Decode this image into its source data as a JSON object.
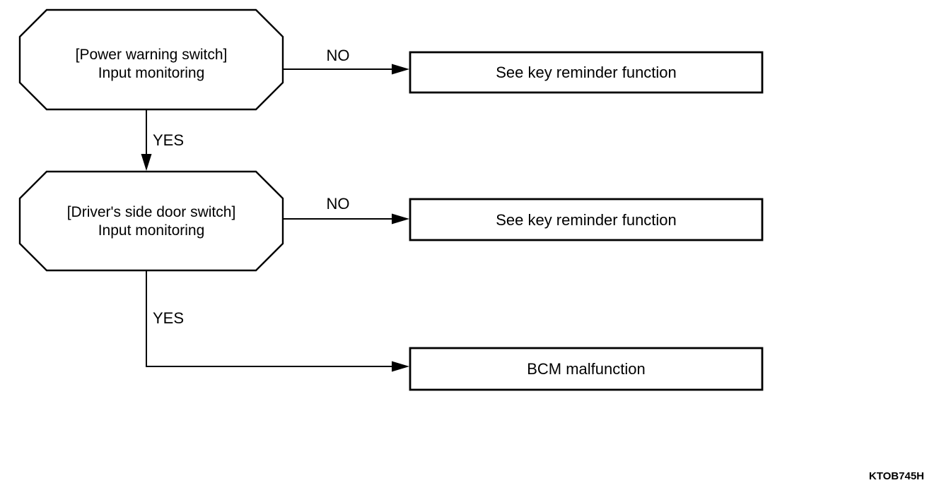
{
  "colors": {
    "background": "#ffffff",
    "ink": "#000000"
  },
  "flowchart": {
    "decisions": [
      {
        "id": "power-warning-switch",
        "line1": "[Power warning switch]",
        "line2": "Input monitoring"
      },
      {
        "id": "drivers-side-door-switch",
        "line1": "[Driver's side door switch]",
        "line2": "Input monitoring"
      }
    ],
    "results": [
      {
        "id": "see-key-reminder-1",
        "label": "See key reminder function"
      },
      {
        "id": "see-key-reminder-2",
        "label": "See key reminder function"
      },
      {
        "id": "bcm-malfunction",
        "label": "BCM malfunction"
      }
    ],
    "edges": [
      {
        "from": "power-warning-switch",
        "to": "see-key-reminder-1",
        "label": "NO"
      },
      {
        "from": "power-warning-switch",
        "to": "drivers-side-door-switch",
        "label": "YES"
      },
      {
        "from": "drivers-side-door-switch",
        "to": "see-key-reminder-2",
        "label": "NO"
      },
      {
        "from": "drivers-side-door-switch",
        "to": "bcm-malfunction",
        "label": "YES"
      }
    ],
    "figure_code": "KTOB745H"
  }
}
